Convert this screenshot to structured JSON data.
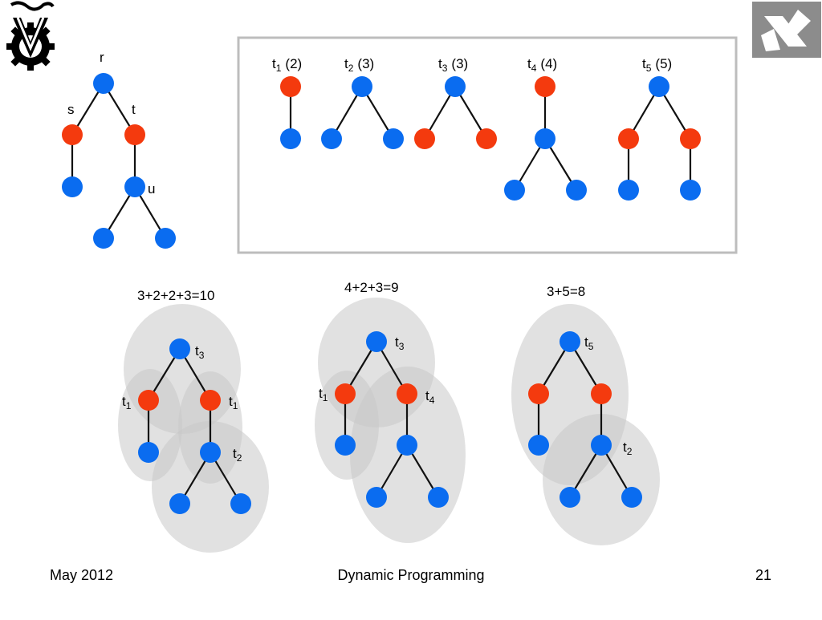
{
  "colors": {
    "node_blue": "#0a6cf0",
    "node_red": "#f43a0e",
    "edge": "#111111",
    "cluster": "#c8c8c8",
    "frame": "#bdbdbd"
  },
  "logos": {
    "left": "technion-logo",
    "right": "aleph-logo"
  },
  "example_tree": {
    "labels": {
      "r": "r",
      "s": "s",
      "t": "t",
      "u": "u"
    }
  },
  "templates": [
    {
      "name": "t",
      "sub": "1",
      "cost": "(2)"
    },
    {
      "name": "t",
      "sub": "2",
      "cost": "(3)"
    },
    {
      "name": "t",
      "sub": "3",
      "cost": "(3)"
    },
    {
      "name": "t",
      "sub": "4",
      "cost": "(4)"
    },
    {
      "name": "t",
      "sub": "5",
      "cost": "(5)"
    }
  ],
  "coverings": [
    {
      "sum": "3+2+2+3=10",
      "tags": [
        {
          "name": "t",
          "sub": "3"
        },
        {
          "name": "t",
          "sub": "1"
        },
        {
          "name": "t",
          "sub": "1"
        },
        {
          "name": "t",
          "sub": "2"
        }
      ]
    },
    {
      "sum": "4+2+3=9",
      "tags": [
        {
          "name": "t",
          "sub": "3"
        },
        {
          "name": "t",
          "sub": "1"
        },
        {
          "name": "t",
          "sub": "4"
        }
      ]
    },
    {
      "sum": "3+5=8",
      "tags": [
        {
          "name": "t",
          "sub": "5"
        },
        {
          "name": "t",
          "sub": "2"
        }
      ]
    }
  ],
  "footer": {
    "date": "May 2012",
    "title": "Dynamic Programming",
    "page": "21"
  }
}
